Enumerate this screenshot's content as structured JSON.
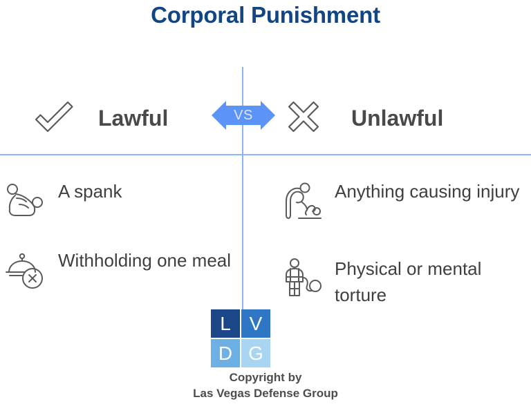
{
  "title": "Corporal Punishment",
  "colors": {
    "title": "#134582",
    "divider": "#8ab4f8",
    "vs_badge": "#5b93f7",
    "heading_text": "#494949",
    "body_text": "#3f3f3f",
    "logo_l": "#1b4789",
    "logo_v": "#2f76c4",
    "logo_d": "#6cb0e4",
    "logo_g": "#a8d6f2"
  },
  "comparison": {
    "left": {
      "icon": "check-mark-icon",
      "label": "Lawful",
      "items": [
        {
          "icon": "spanking-figure-icon",
          "text": "A spank"
        },
        {
          "icon": "covered-meal-denied-icon",
          "text": "Withholding one meal"
        }
      ]
    },
    "versus": {
      "label": "VS",
      "icon": "double-arrow-vs-icon"
    },
    "right": {
      "icon": "cross-mark-icon",
      "label": "Unlawful",
      "items": [
        {
          "icon": "adult-striking-child-icon",
          "text": "Anything causing injury"
        },
        {
          "icon": "bound-person-torture-icon",
          "text": "Physical or mental torture"
        }
      ]
    }
  },
  "logo": {
    "cells": [
      {
        "letter": "L"
      },
      {
        "letter": "V"
      },
      {
        "letter": "D"
      },
      {
        "letter": "G"
      }
    ]
  },
  "footer": {
    "line1": "Copyright by",
    "line2": "Las Vegas Defense Group"
  }
}
